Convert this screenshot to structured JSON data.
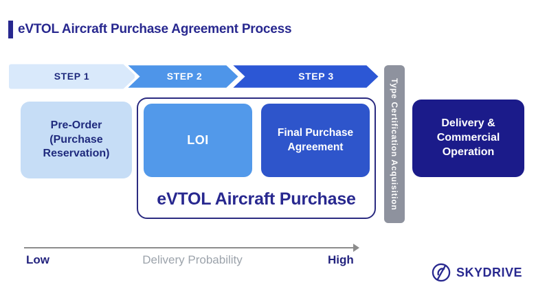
{
  "title": "eVTOL Aircraft Purchase Agreement Process",
  "steps": [
    {
      "label": "STEP 1"
    },
    {
      "label": "STEP 2"
    },
    {
      "label": "STEP 3"
    }
  ],
  "type_certification": {
    "label": "Type Certification Acquisition"
  },
  "stages": {
    "pre_order": {
      "label": "Pre-Order\n(Purchase\nReservation)"
    },
    "loi": {
      "label": "LOI"
    },
    "final_purchase": {
      "label": "Final Purchase\nAgreement"
    },
    "purchase_group": {
      "caption": "eVTOL Aircraft Purchase"
    },
    "delivery": {
      "label": "Delivery &\nCommercial\nOperation"
    }
  },
  "axis": {
    "left_label": "Low",
    "center_label": "Delivery Probability",
    "right_label": "High"
  },
  "logo": {
    "brand": "SKYDRIVE",
    "mark": "skydrive-circle-mark"
  },
  "colors": {
    "accent_navy": "#28288f",
    "step1_fill": "#d9e9fb",
    "step2_fill": "#4e95e9",
    "step3_fill": "#2c57d5",
    "pre_order_fill": "#c6ddf6",
    "loi_fill": "#5299ea",
    "final_purchase_fill": "#2e55cb",
    "delivery_fill": "#1b1b8a",
    "cert_bar_fill": "#8e929e"
  }
}
